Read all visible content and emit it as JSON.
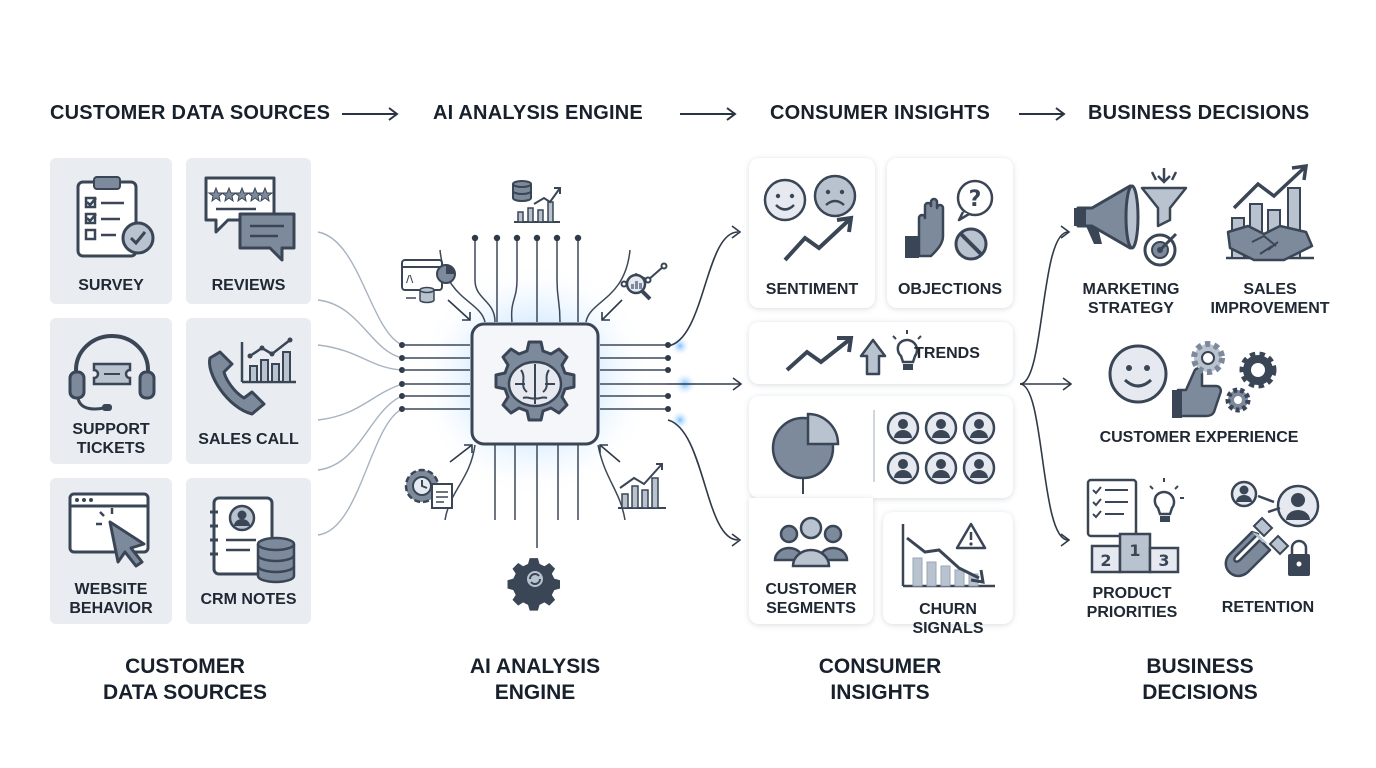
{
  "headers": {
    "sources": "CUSTOMER DATA SOURCES",
    "engine": "AI ANALYSIS ENGINE",
    "insights": "CONSUMER INSIGHTS",
    "decisions": "BUSINESS DECISIONS"
  },
  "sources": {
    "survey": "SURVEY",
    "reviews": "REVIEWS",
    "support_line1": "SUPPORT",
    "support_line2": "TICKETS",
    "sales_call": "SALES CALL",
    "website_line1": "WEBSITE",
    "website_line2": "BEHAVIOR",
    "crm_notes": "CRM NOTES"
  },
  "insights": {
    "sentiment": "SENTIMENT",
    "objections": "OBJECTIONS",
    "trends": "TRENDS",
    "segments_line1": "CUSTOMER",
    "segments_line2": "SEGMENTS",
    "churn": "CHURN SIGNALS"
  },
  "decisions": {
    "marketing_line1": "MARKETING",
    "marketing_line2": "STRATEGY",
    "sales_line1": "SALES",
    "sales_line2": "IMPROVEMENT",
    "cx": "CUSTOMER EXPERIENCE",
    "product_line1": "PRODUCT",
    "product_line2": "PRIORITIES",
    "retention": "RETENTION",
    "podium": [
      "2",
      "1",
      "3"
    ]
  },
  "footers": {
    "sources_line1": "CUSTOMER",
    "sources_line2": "DATA SOURCES",
    "engine_line1": "AI ANALYSIS",
    "engine_line2": "ENGINE",
    "insights_line1": "CONSUMER",
    "insights_line2": "INSIGHTS",
    "decisions_line1": "BUSINESS",
    "decisions_line2": "DECISIONS"
  },
  "colors": {
    "icon_dark": "#3a4656",
    "icon_mid": "#7d8a9c",
    "icon_light": "#b9c3d0",
    "card_bg": "#e9edf2",
    "glow": "#4aa3ff",
    "text": "#17202b"
  }
}
